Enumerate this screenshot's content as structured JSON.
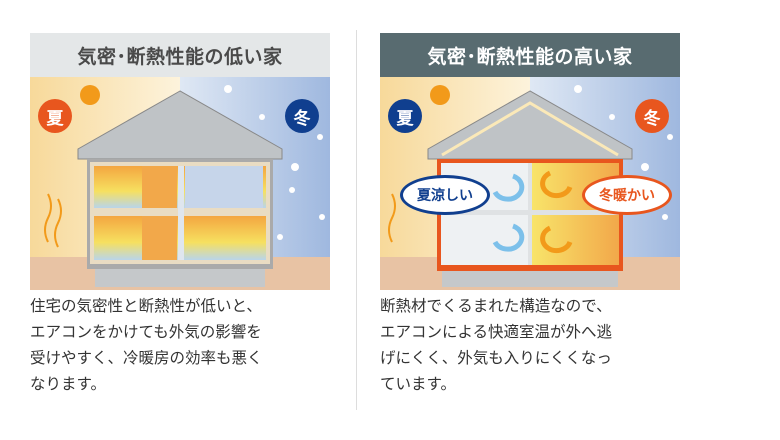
{
  "left": {
    "title": "気密･断熱性能の低い家",
    "summer_badge": "夏",
    "winter_badge": "冬",
    "description": [
      "住宅の気密性と断熱性が低いと、",
      "エアコンをかけても外気の影響を",
      "受けやすく、冷暖房の効率も悪く",
      "なります。"
    ]
  },
  "right": {
    "title": "気密･断熱性能の高い家",
    "summer_badge": "夏",
    "winter_badge": "冬",
    "summer_label": "夏涼しい",
    "winter_label": "冬暖かい",
    "description": [
      "断熱材でくるまれた構造なので、",
      "エアコンによる快適室温が外へ逃",
      "げにくく、外気も入りにくくなっ",
      "ています。"
    ]
  },
  "colors": {
    "summer_orange": "#e8561e",
    "winter_navy": "#103f8f",
    "header_dark": "#586b70",
    "header_light": "#e4e7e8"
  }
}
